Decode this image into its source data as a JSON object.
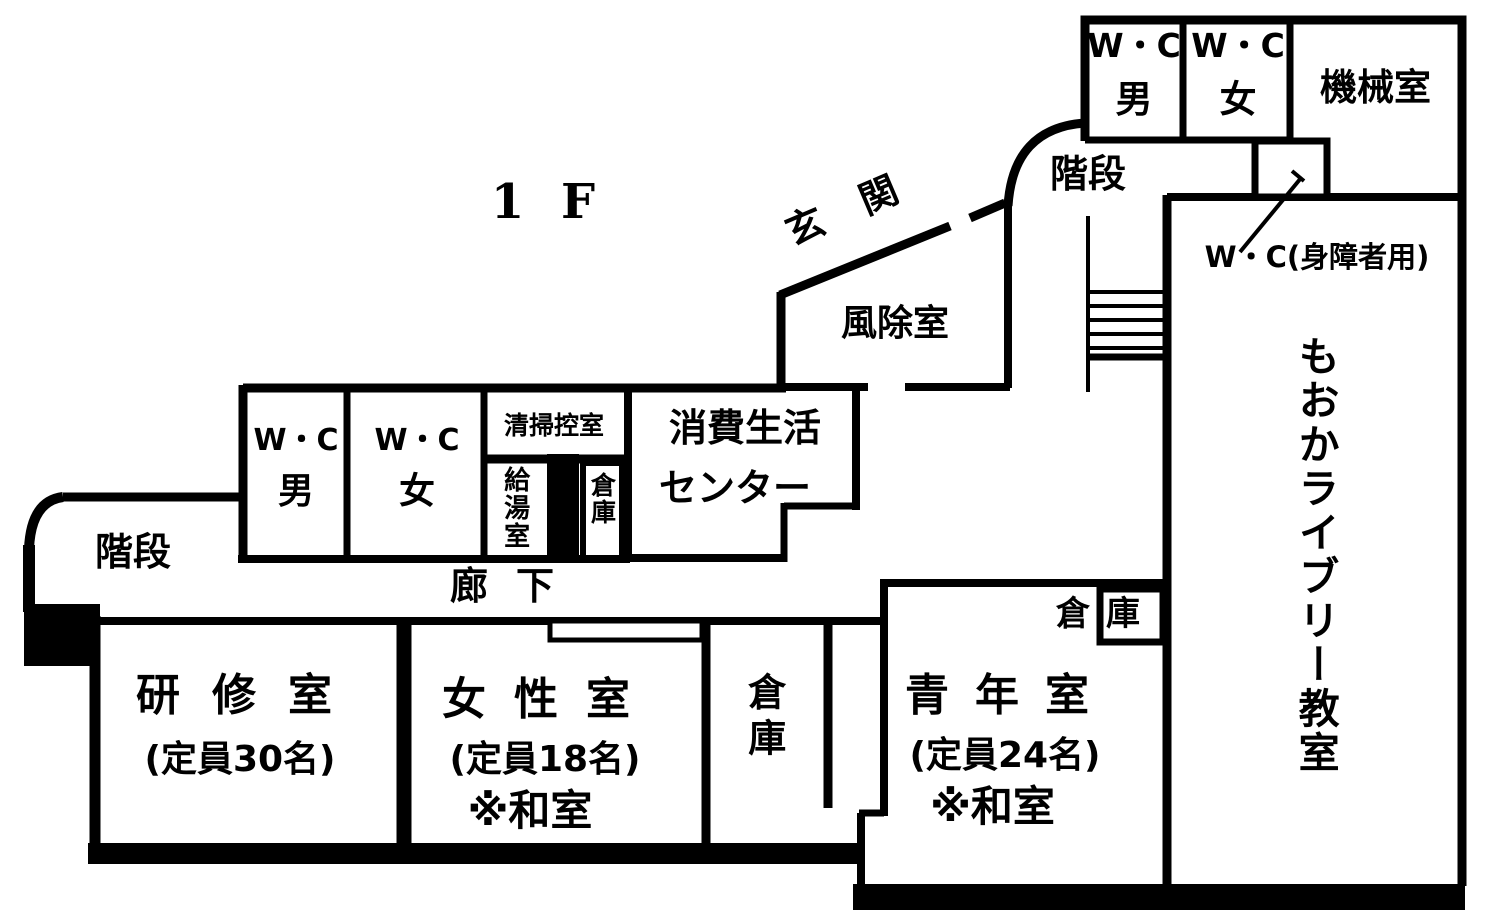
{
  "floor_title": "1 F",
  "labels": {
    "stairs": "階段",
    "entrance": "玄関",
    "windbreak": "風除室",
    "wc": "W・C",
    "male": "男",
    "female": "女",
    "wc_accessible": "W・C(身障者用)",
    "machine_room": "機械室",
    "cleaning_room": "清掃控室",
    "hot_water_room": "給湯室",
    "storage": "倉庫",
    "consumer_line1": "消費生活",
    "consumer_line2": "センター",
    "corridor": "廊下",
    "training_room": "研修室",
    "training_capacity": "(定員30名)",
    "womens_room": "女性室",
    "womens_capacity": "(定員18名)",
    "youth_room": "青年室",
    "youth_capacity": "(定員24名)",
    "washitsu_note": "※和室",
    "library_classroom": "もおかライブリー教室"
  }
}
